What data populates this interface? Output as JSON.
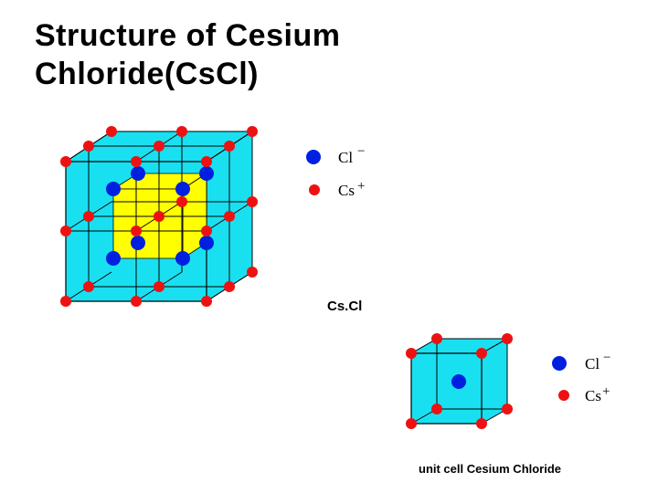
{
  "slide": {
    "title_line1": "Structure of Cesium",
    "title_line2": "Chloride(CsCl)"
  },
  "legend_top": {
    "cl_label": "Cl",
    "cl_charge": "−",
    "cs_label": "Cs",
    "cs_charge": "+"
  },
  "legend_unit": {
    "cl_label": "Cl",
    "cl_charge": "−",
    "cs_label": "Cs",
    "cs_charge": "+"
  },
  "captions": {
    "lattice": "Cs.Cl",
    "unit_cell": "unit cell  Cesium Chloride"
  },
  "colors": {
    "cube_face": "#19e0f0",
    "inner_block": "#ffff00",
    "chloride": "#0020e0",
    "cesium": "#ee1111",
    "lines": "#000000"
  }
}
